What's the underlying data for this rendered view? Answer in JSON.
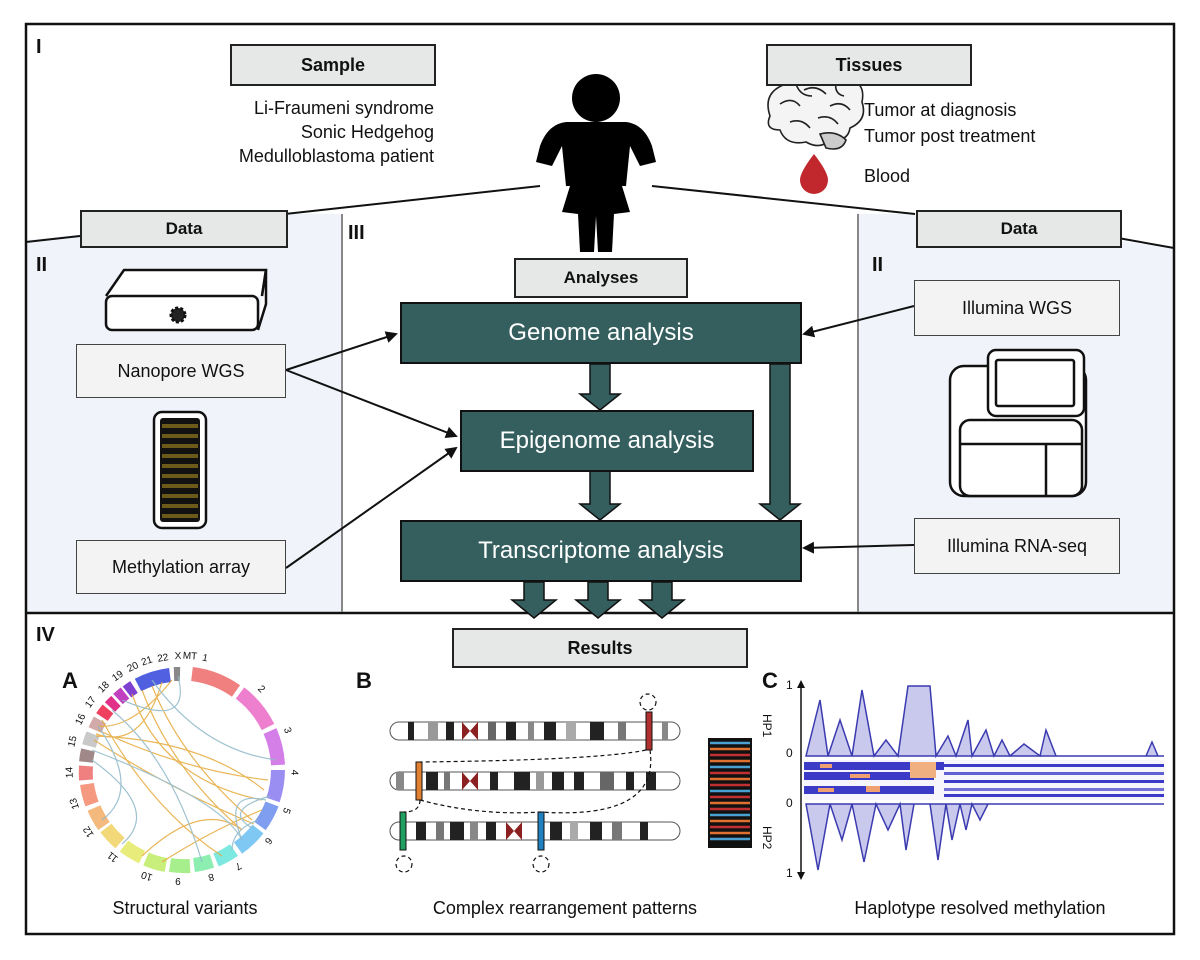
{
  "sections": {
    "I": "I",
    "II_left": "II",
    "II_right": "II",
    "III": "III",
    "IV": "IV"
  },
  "sample": {
    "header": "Sample",
    "lines": [
      "Li-Fraumeni syndrome",
      "Sonic Hedgehog",
      "Medulloblastoma patient"
    ]
  },
  "tissues": {
    "header": "Tissues",
    "items": [
      "Tumor at diagnosis",
      "Tumor post treatment",
      "Blood"
    ]
  },
  "data_left": {
    "header": "Data",
    "items": [
      "Nanopore WGS",
      "Methylation array"
    ]
  },
  "data_right": {
    "header": "Data",
    "items": [
      "Illumina WGS",
      "Illumina RNA-seq"
    ]
  },
  "analyses": {
    "header": "Analyses",
    "steps": [
      "Genome analysis",
      "Epigenome analysis",
      "Transcriptome analysis"
    ]
  },
  "results": {
    "header": "Results",
    "panels": [
      {
        "letter": "A",
        "caption": "Structural variants"
      },
      {
        "letter": "B",
        "caption": "Complex rearrangement patterns"
      },
      {
        "letter": "C",
        "caption": "Haplotype resolved methylation"
      }
    ]
  },
  "circos_labels": [
    "1",
    "2",
    "3",
    "4",
    "5",
    "6",
    "7",
    "8",
    "9",
    "10",
    "11",
    "12",
    "13",
    "14",
    "15",
    "16",
    "17",
    "18",
    "19",
    "20",
    "21",
    "22",
    "X",
    "MT"
  ],
  "haplotype_axis": {
    "hp1_label": "HP1",
    "hp2_label": "HP2",
    "tick_top": "1",
    "tick_mid1": "0",
    "tick_mid2": "0",
    "tick_bottom": "1"
  },
  "colors": {
    "teal": "#345f5e",
    "panel_bg": "#f0f4fa",
    "gray_box": "#e6e8e8",
    "blood": "#c0282d",
    "haplo_line": "#3b3bb0",
    "haplo_fill": "#c9c9ee"
  }
}
